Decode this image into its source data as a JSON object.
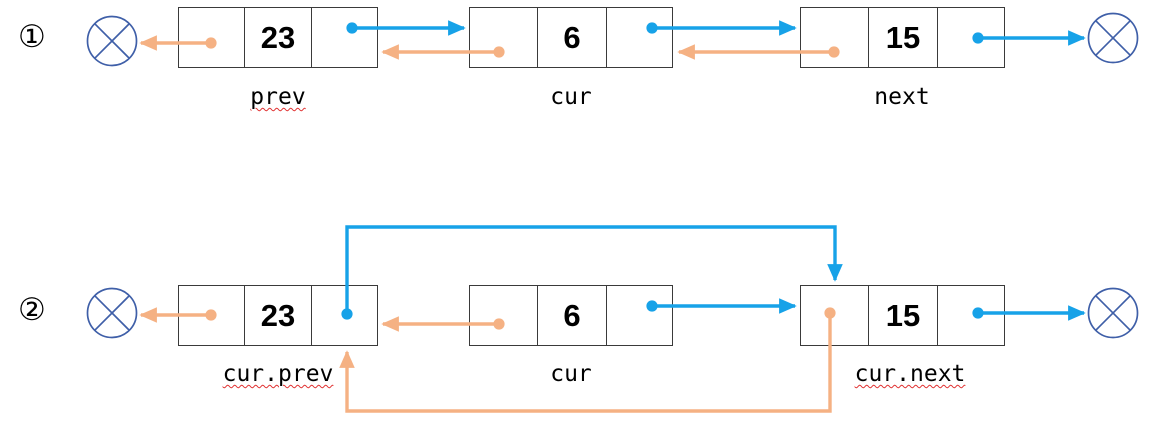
{
  "meta": {
    "title": "Doubly linked list node removal — before and after",
    "background": "#ffffff"
  },
  "colors": {
    "next_pointer": "#17a2e8",
    "prev_pointer": "#f5b183",
    "node_border": "#3a3a3a",
    "null_symbol": "#3f5fa8",
    "text": "#000000",
    "spellcheck_underline": "#e03030"
  },
  "steps": [
    {
      "id": "step-1",
      "marker": "①",
      "nodes": [
        {
          "id": "node-23",
          "value": "23",
          "label": "prev",
          "label_misspelled": true
        },
        {
          "id": "node-6",
          "value": "6",
          "label": "cur",
          "label_misspelled": false
        },
        {
          "id": "node-15",
          "value": "15",
          "label": "next",
          "label_misspelled": false
        }
      ],
      "terminators": [
        {
          "id": "null-left",
          "glyph": "circle-x"
        },
        {
          "id": "null-right",
          "glyph": "circle-x"
        }
      ]
    },
    {
      "id": "step-2",
      "marker": "②",
      "nodes": [
        {
          "id": "node-23",
          "value": "23",
          "label": "cur.prev",
          "label_misspelled": true
        },
        {
          "id": "node-6",
          "value": "6",
          "label": "cur",
          "label_misspelled": false
        },
        {
          "id": "node-15",
          "value": "15",
          "label": "cur.next",
          "label_misspelled": true
        }
      ],
      "terminators": [
        {
          "id": "null-left",
          "glyph": "circle-x"
        },
        {
          "id": "null-right",
          "glyph": "circle-x"
        }
      ]
    }
  ]
}
